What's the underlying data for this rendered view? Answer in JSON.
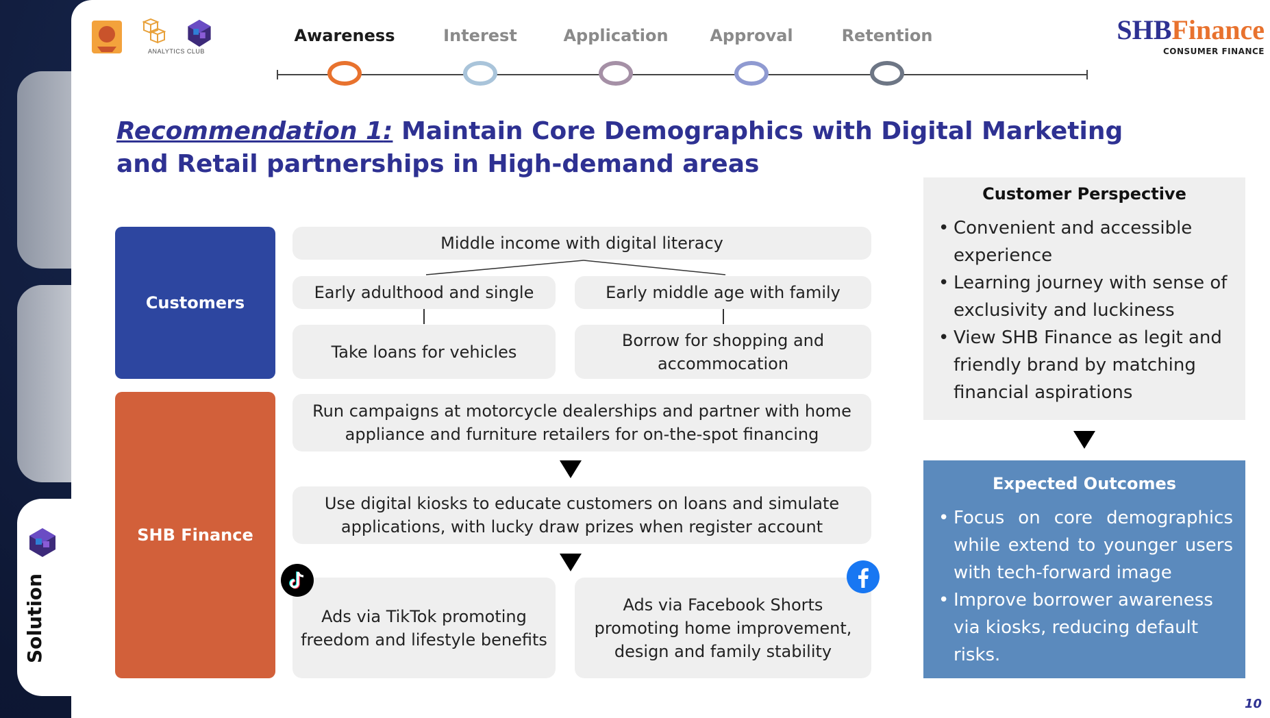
{
  "side_tab": {
    "label": "Solution"
  },
  "partner_logos": {
    "analytics_club": "ANALYTICS CLUB"
  },
  "stages": [
    {
      "label": "Awareness",
      "active": true,
      "color": "#e8722e"
    },
    {
      "label": "Interest",
      "active": false,
      "color": "#a9c4da"
    },
    {
      "label": "Application",
      "active": false,
      "color": "#a590a6"
    },
    {
      "label": "Approval",
      "active": false,
      "color": "#8f9ad1"
    },
    {
      "label": "Retention",
      "active": false,
      "color": "#6d7685"
    }
  ],
  "brand": {
    "name_part1": "SHB",
    "name_part2": "Finance",
    "subtitle": "CONSUMER FINANCE",
    "color_part1": "#2e3192",
    "color_part2": "#e8722e"
  },
  "title": {
    "prefix": "Recommendation 1",
    "colon": ":",
    "rest": " Maintain Core Demographics with Digital Marketing and Retail partnerships in High-demand areas"
  },
  "customers": {
    "label": "Customers",
    "color": "#2d46a0",
    "segment": "Middle income with digital literacy",
    "group_left": "Early adulthood and single",
    "group_right": "Early middle age with family",
    "need_left": "Take loans for vehicles",
    "need_right": "Borrow for shopping and accommocation"
  },
  "shb": {
    "label": "SHB Finance",
    "color": "#d2603a",
    "step1": "Run campaigns at motorcycle dealerships and partner with home appliance and furniture retailers for on-the-spot financing",
    "step2": "Use digital kiosks to educate customers on loans and simulate applications, with lucky draw prizes when register account",
    "ad_left": "Ads via TikTok promoting freedom and lifestyle benefits",
    "ad_right": "Ads via Facebook Shorts promoting home improvement, design and family stability"
  },
  "customer_perspective": {
    "title": "Customer Perspective",
    "items": [
      "Convenient and accessible experience",
      "Learning journey with sense of exclusivity and luckiness",
      "View SHB Finance as legit and friendly brand by matching financial aspirations"
    ]
  },
  "expected_outcomes": {
    "title": "Expected Outcomes",
    "color": "#5b8abd",
    "items": [
      "Focus on core demographics while extend to younger users with tech-forward image",
      "Improve borrower awareness via kiosks, reducing default risks."
    ]
  },
  "page_number": "10"
}
